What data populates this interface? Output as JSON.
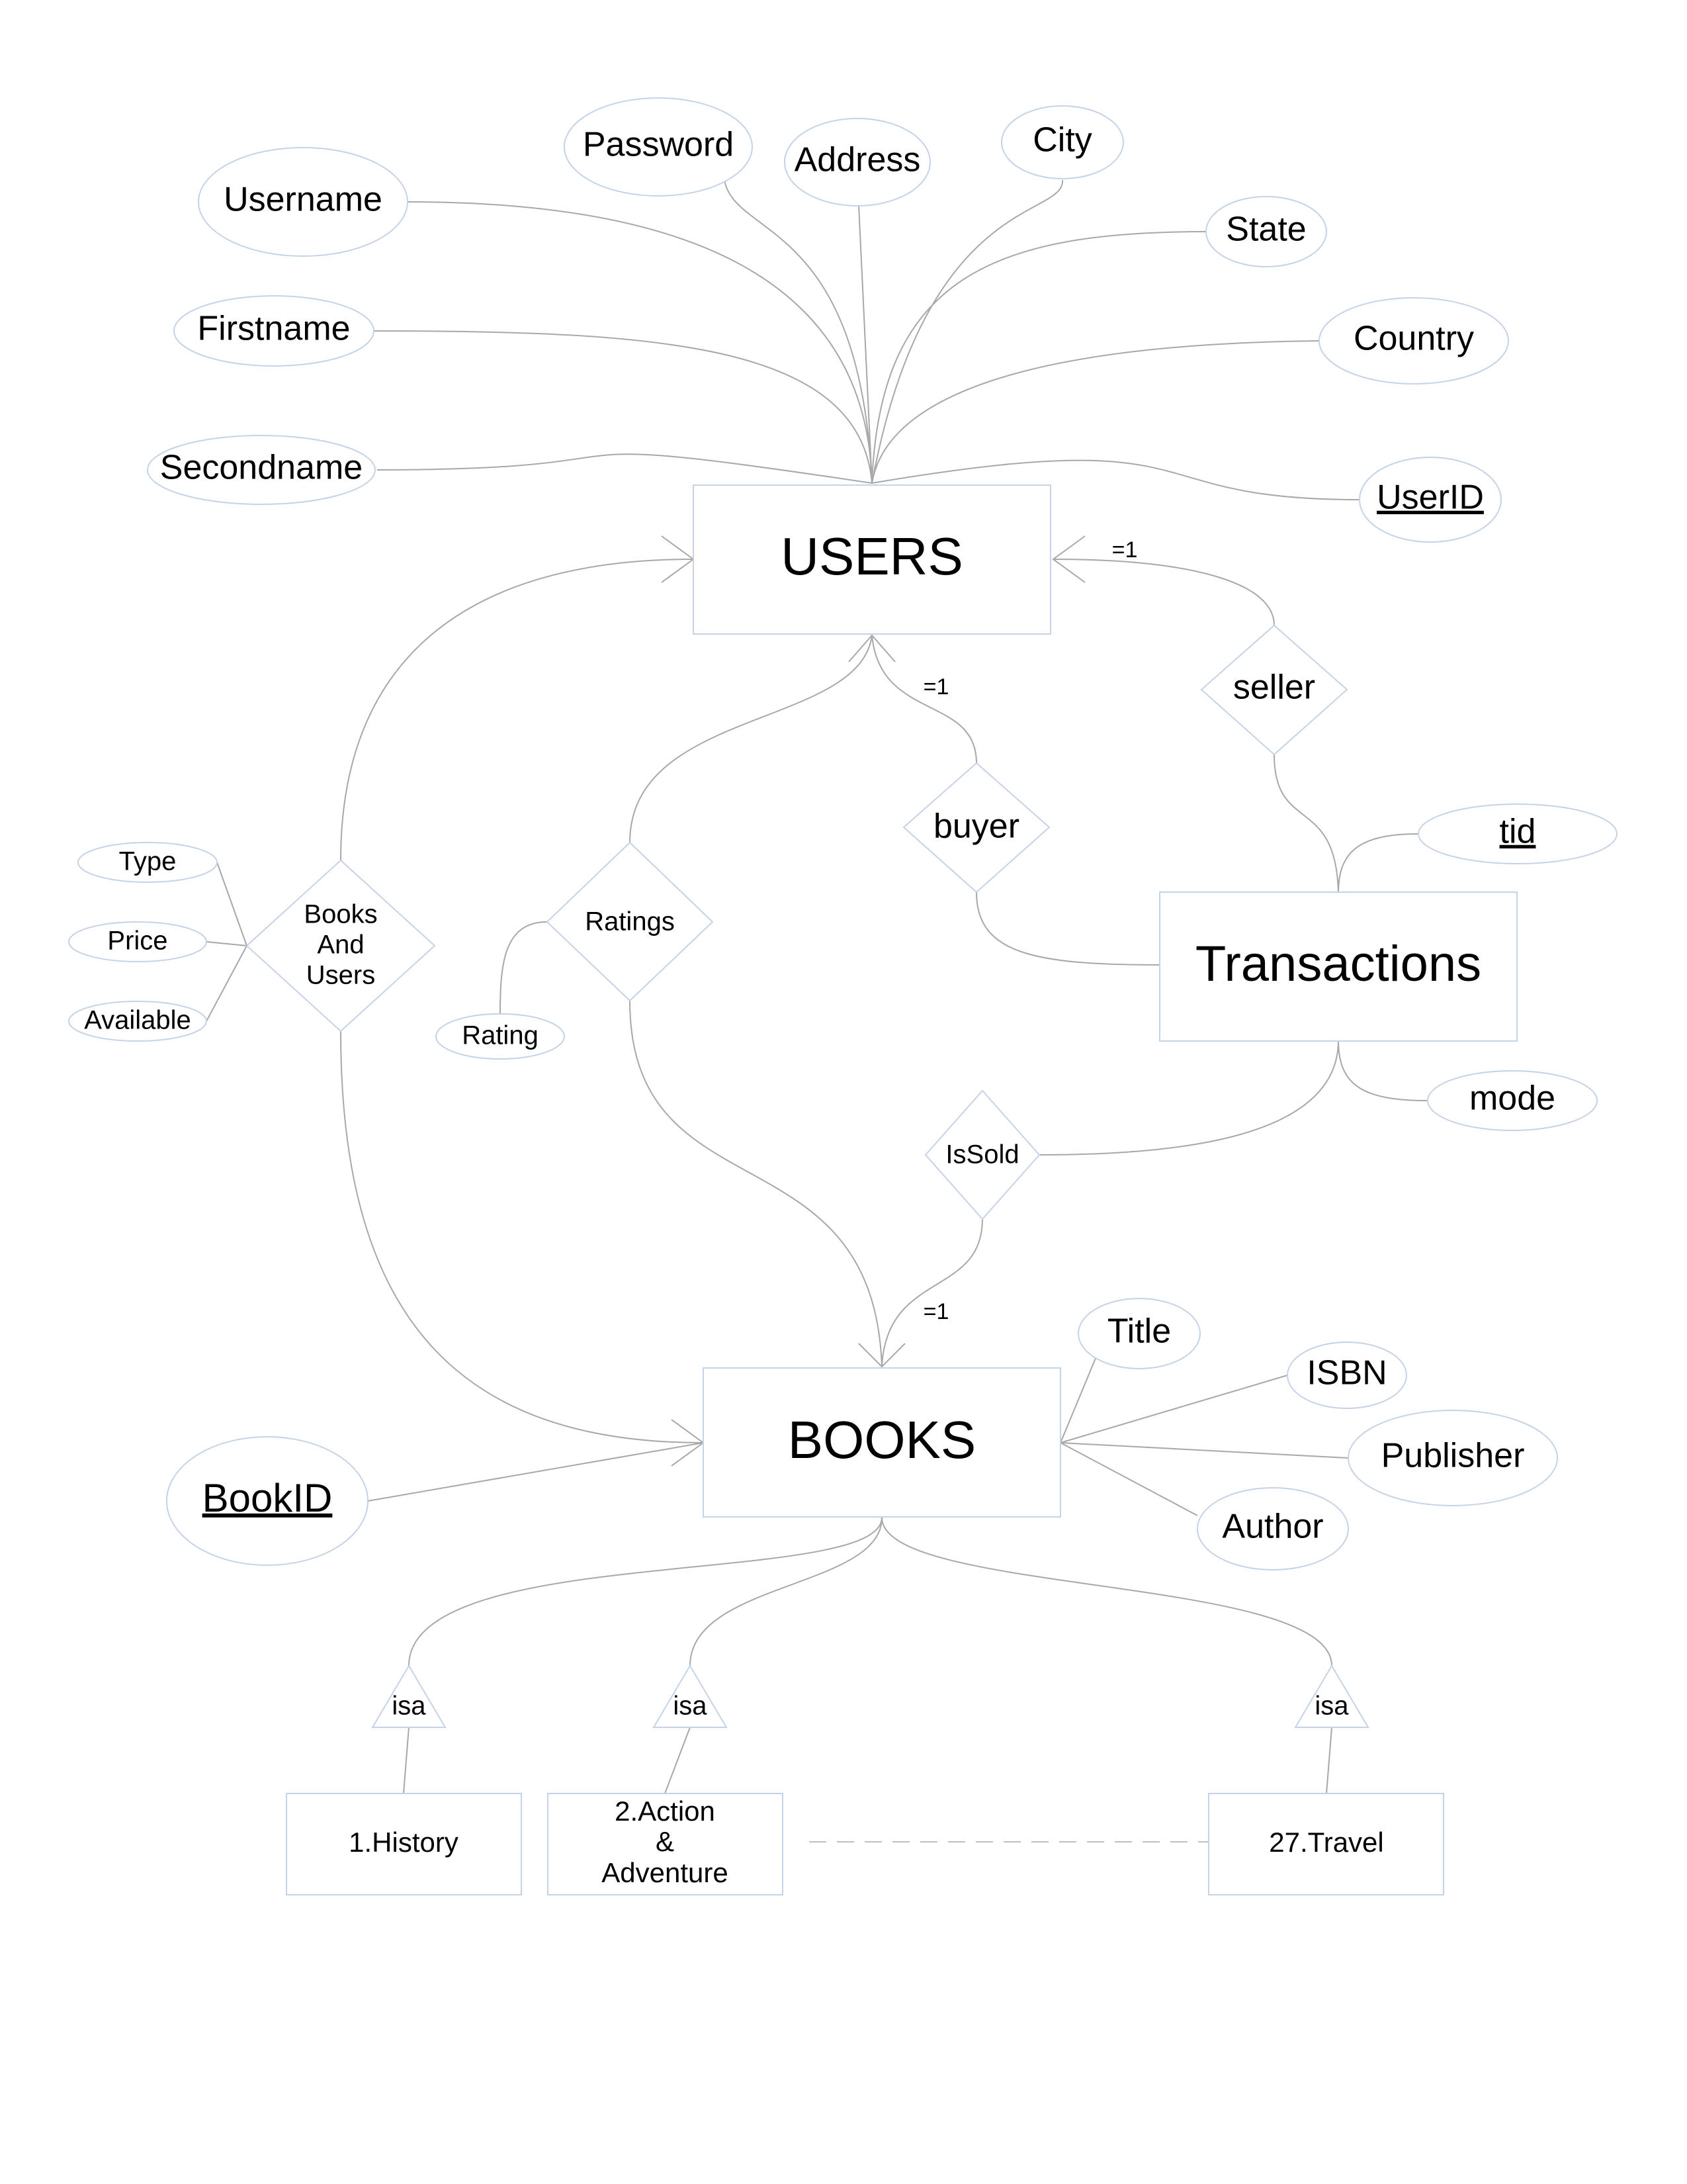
{
  "entities": {
    "users": "USERS",
    "transactions": "Transactions",
    "books": "BOOKS"
  },
  "users_attributes": {
    "username": "Username",
    "password": "Password",
    "address": "Address",
    "city": "City",
    "state": "State",
    "firstname": "Firstname",
    "country": "Country",
    "secondname": "Secondname",
    "userid": "UserID"
  },
  "transactions_attributes": {
    "tid": "tid",
    "mode": "mode"
  },
  "books_attributes": {
    "title": "Title",
    "isbn": "ISBN",
    "publisher": "Publisher",
    "author": "Author",
    "bookid": "BookID"
  },
  "relationships": {
    "seller": "seller",
    "buyer": "buyer",
    "ratings": "Ratings",
    "issold": "IsSold",
    "books_and_users": [
      "Books",
      "And",
      "Users"
    ]
  },
  "relationship_attributes": {
    "type": "Type",
    "price": "Price",
    "available": "Available",
    "rating": "Rating"
  },
  "cardinalities": {
    "seller_users": "=1",
    "buyer_users": "=1",
    "issold_books": "=1"
  },
  "isa_label": "isa",
  "subclasses": {
    "history": "1.History",
    "action": [
      "2.Action",
      "&",
      "Adventure"
    ],
    "travel": "27.Travel"
  }
}
